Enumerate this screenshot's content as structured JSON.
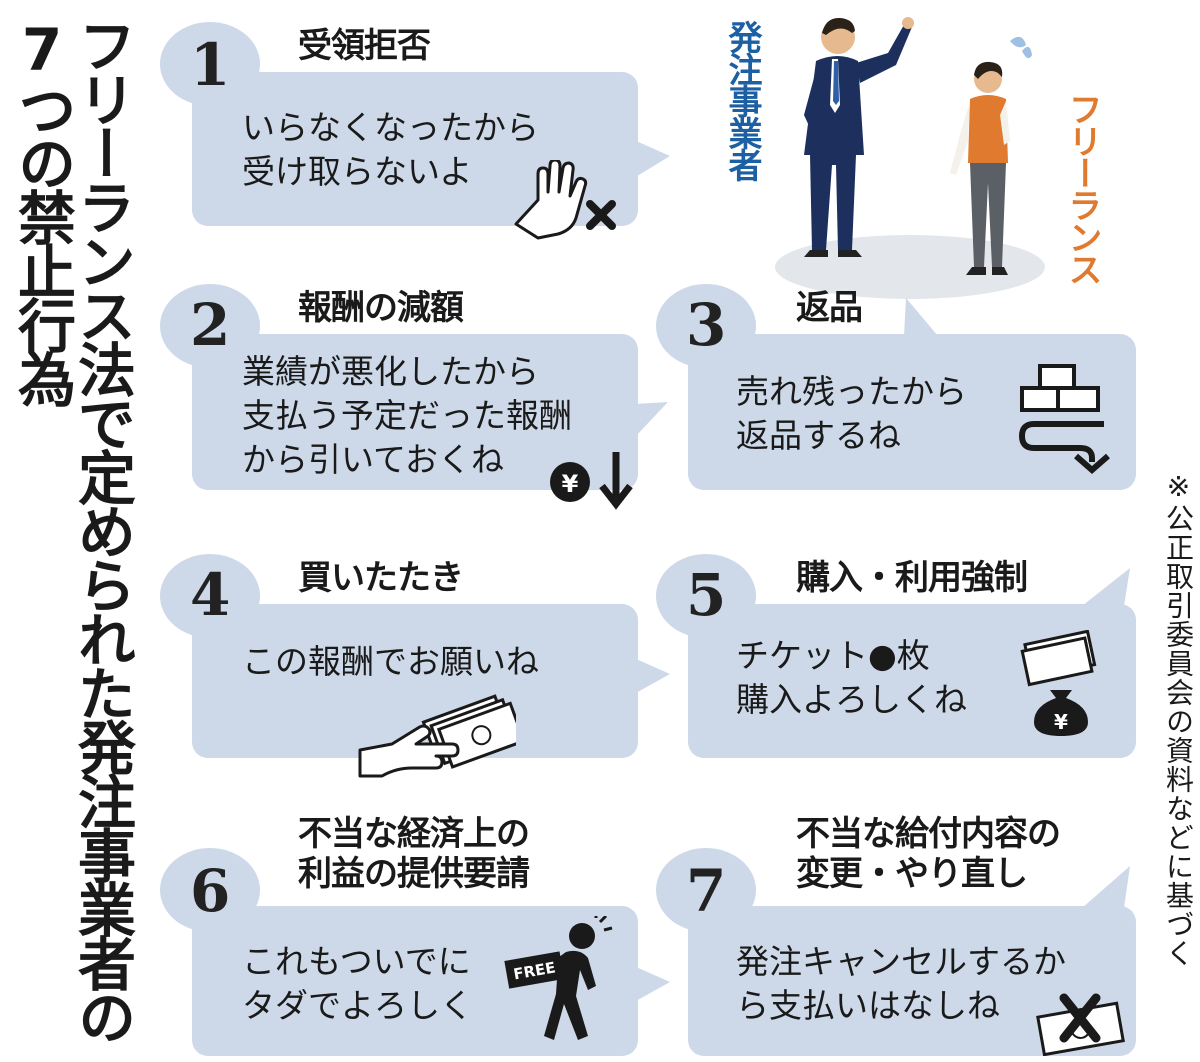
{
  "title": "フリーランス法で定められた発注事業者の\n7つの禁止行為",
  "roles": {
    "client": "発注事業者",
    "freelancer": "フリーランス"
  },
  "source_note": "※公正取引委員会の資料などに基づく",
  "items": [
    {
      "number": "1",
      "heading": "受領拒否",
      "speech": "いらなくなったから\n受け取らないよ",
      "icon": "hand-stop-x-icon"
    },
    {
      "number": "2",
      "heading": "報酬の減額",
      "speech": "業績が悪化したから\n支払う予定だった報酬\nから引いておくね",
      "icon": "yen-down-arrow-icon"
    },
    {
      "number": "3",
      "heading": "返品",
      "speech": "売れ残ったから\n返品するね",
      "icon": "boxes-return-icon"
    },
    {
      "number": "4",
      "heading": "買いたたき",
      "speech": "この報酬でお願いね",
      "icon": "hand-banknotes-icon"
    },
    {
      "number": "5",
      "heading": "購入・利用強制",
      "speech": "チケット●枚\n購入よろしくね",
      "icon": "ticket-yen-bag-icon",
      "badge": "¥"
    },
    {
      "number": "6",
      "heading": "不当な経済上の\n利益の提供要請",
      "speech": "これもついでに\nタダでよろしく",
      "icon": "person-carrying-free-icon",
      "badge": "FREE"
    },
    {
      "number": "7",
      "heading": "不当な給付内容の\n変更・やり直し",
      "speech": "発注キャンセルするか\nら支払いはなしね",
      "icon": "cancel-money-icon"
    }
  ],
  "colors": {
    "bubble": "#cdd9e9",
    "client": "#1d5fa3",
    "freelancer": "#e07a2e",
    "text": "#1a1a1a"
  }
}
